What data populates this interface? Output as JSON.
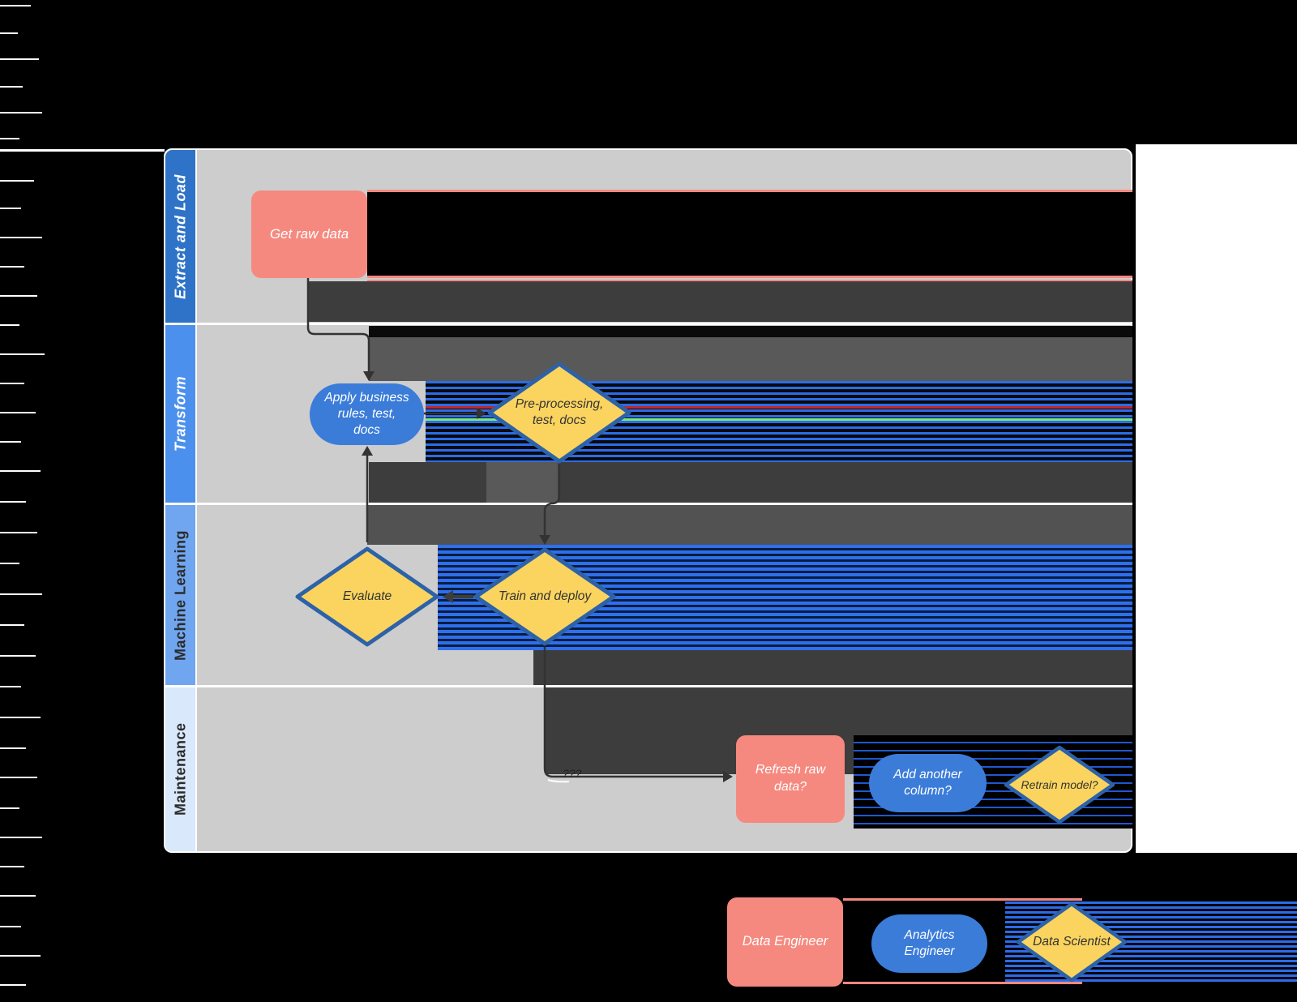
{
  "diagram": {
    "type": "swimlane-flowchart",
    "topic": "ML data pipeline"
  },
  "lanes": [
    {
      "label": "Extract and Load"
    },
    {
      "label": "Transform"
    },
    {
      "label": "Machine Learning"
    },
    {
      "label": "Maintenance"
    }
  ],
  "nodes": [
    {
      "id": "get-raw-data",
      "label": "Get raw data",
      "shape": "rectangle",
      "lane": "Extract and Load",
      "role": "Data Engineer"
    },
    {
      "id": "apply-business-rules",
      "label": "Apply business\nrules, test,\ndocs",
      "shape": "stadium",
      "lane": "Transform",
      "role": "Analytics Engineer"
    },
    {
      "id": "pre-processing",
      "label": "Pre-processing,\ntest, docs",
      "shape": "diamond",
      "lane": "Transform",
      "role": "Data Scientist"
    },
    {
      "id": "evaluate",
      "label": "Evaluate",
      "shape": "diamond",
      "lane": "Machine Learning",
      "role": "Data Scientist"
    },
    {
      "id": "train-and-deploy",
      "label": "Train and deploy",
      "shape": "diamond",
      "lane": "Machine Learning",
      "role": "Data Scientist"
    },
    {
      "id": "refresh-raw-data",
      "label": "Refresh raw\ndata?",
      "shape": "rectangle",
      "lane": "Maintenance",
      "role": "Data Engineer"
    },
    {
      "id": "add-another-column",
      "label": "Add another\ncolumn?",
      "shape": "stadium",
      "lane": "Maintenance",
      "role": "Analytics Engineer"
    },
    {
      "id": "retrain-model",
      "label": "Retrain model?",
      "shape": "diamond",
      "lane": "Maintenance",
      "role": "Data Scientist"
    }
  ],
  "edges": [
    {
      "from": "get-raw-data",
      "to": "apply-business-rules",
      "label": ""
    },
    {
      "from": "apply-business-rules",
      "to": "pre-processing",
      "label": ""
    },
    {
      "from": "pre-processing",
      "to": "train-and-deploy",
      "label": ""
    },
    {
      "from": "train-and-deploy",
      "to": "evaluate",
      "label": ""
    },
    {
      "from": "evaluate",
      "to": "apply-business-rules",
      "label": ""
    },
    {
      "from": "train-and-deploy",
      "to": "refresh-raw-data",
      "label": "???"
    }
  ],
  "legend": {
    "items": [
      {
        "label": "Data Engineer",
        "shape": "rectangle",
        "color": "#f5897f"
      },
      {
        "label": "Analytics Engineer",
        "shape": "stadium",
        "color": "#3b7cd9"
      },
      {
        "label": "Data Scientist",
        "shape": "diamond",
        "color": "#fbd45f"
      }
    ]
  },
  "palette": {
    "lane_header_1": "#2e73c7",
    "lane_header_2": "#4c90ee",
    "lane_header_3": "#70a6ef",
    "lane_header_4": "#d9e8fb",
    "lane_body": "#cdcdcd",
    "process_pink": "#f5897f",
    "process_blue": "#3b7cd9",
    "decision_yellow": "#fbd45f",
    "diamond_border": "#2d62a8",
    "connector": "#333333"
  }
}
